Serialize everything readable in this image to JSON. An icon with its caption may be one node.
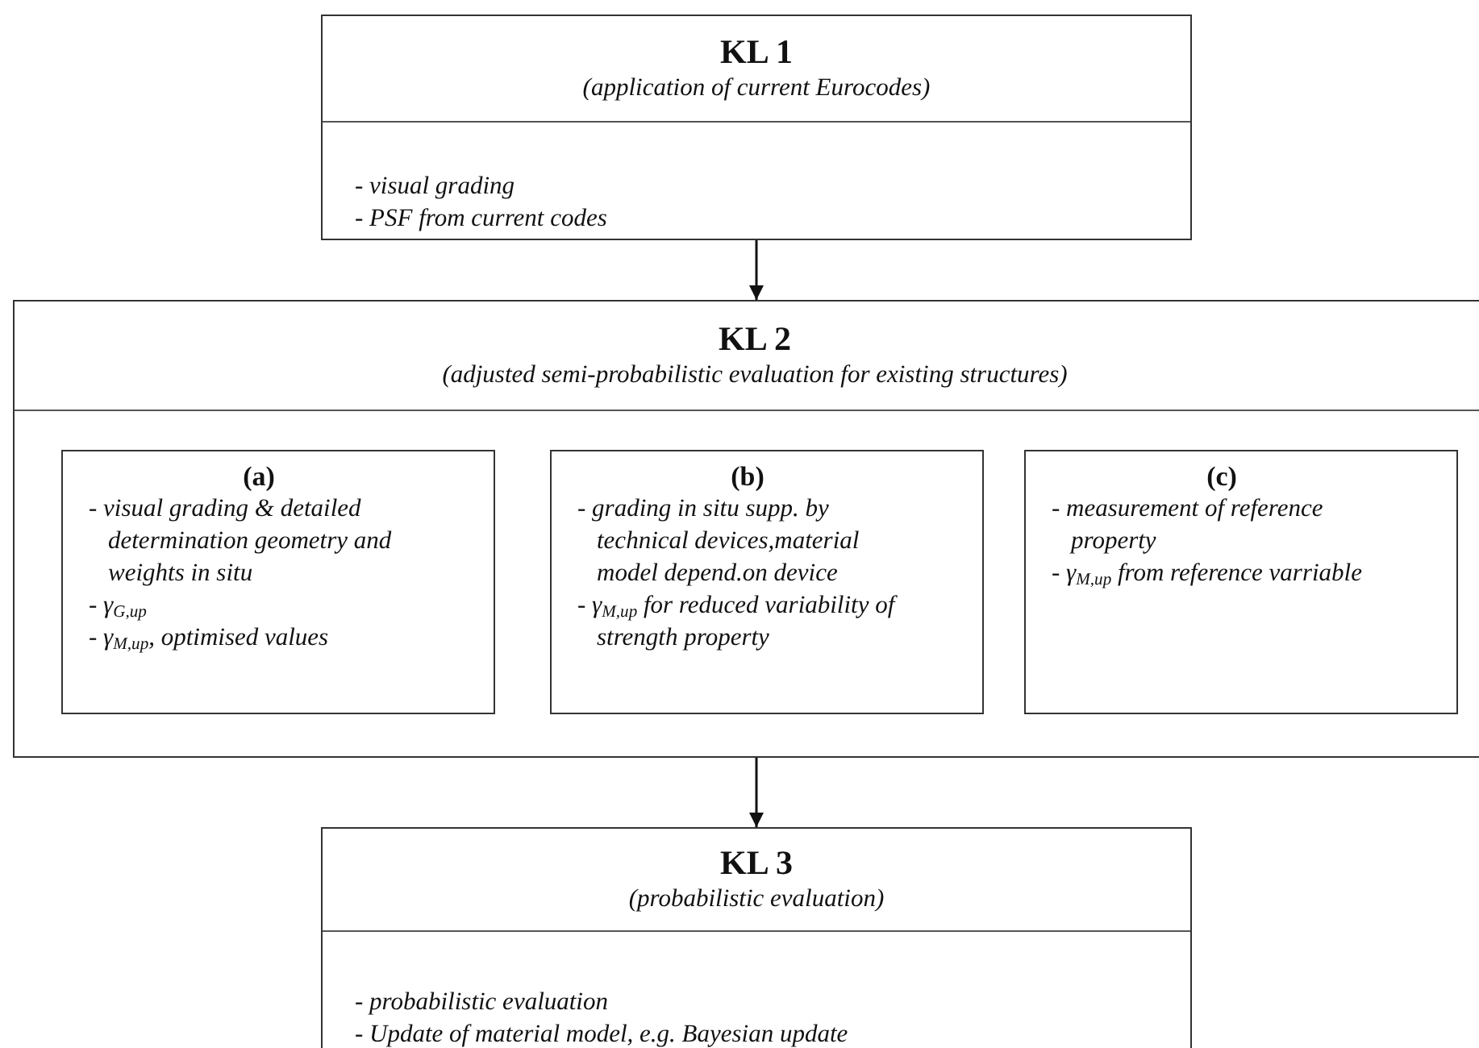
{
  "diagram": {
    "nodes": [
      {
        "text": [
          "KL 1",
          "(application of current Eurocodes)",
          "- visual grading",
          "- PSF from current codes"
        ]
      },
      {
        "text": [
          "KL 2",
          "(adjusted semi-probabilistic evaluation for existing structures)"
        ]
      },
      {
        "text": [
          "(a)",
          "- visual grading & detailed determination geometry and weights in situ",
          "- γ$_{G,up}$",
          "- γ$_{M,up}$, optimised values"
        ],
        "in": 1
      },
      {
        "text": [
          "(b)",
          "- grading in situ supp. by technical devices,material model depend.on device",
          "- γ$_{M,up}$ for reduced variability of strength property"
        ],
        "in": 1
      },
      {
        "text": [
          "(c)",
          "- measurement of reference property",
          "- γ$_{M,up}$ from reference varriable"
        ],
        "in": 1
      },
      {
        "text": [
          "KL 3",
          "(probabilistic evaluation)",
          "- probabilistic evaluation",
          "- Update of material model, e.g. Bayesian update"
        ]
      }
    ],
    "edges": [
      {
        "from": 0,
        "to": 1,
        "arrow": "to"
      },
      {
        "from": 1,
        "to": 5,
        "arrow": "to"
      }
    ]
  }
}
